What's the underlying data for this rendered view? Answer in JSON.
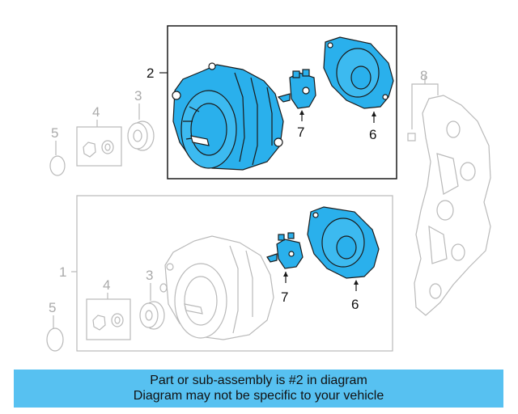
{
  "callouts": {
    "c1": "1",
    "c2": "2",
    "c3a": "3",
    "c3b": "3",
    "c4a": "4",
    "c4b": "4",
    "c5a": "5",
    "c5b": "5",
    "c6a": "6",
    "c6b": "6",
    "c7a": "7",
    "c7b": "7",
    "c8": "8"
  },
  "colors": {
    "highlight": "#2ab0ec",
    "outline_dark": "#1a1a1a",
    "outline_gray": "#b9b9b9",
    "banner": "#57c1f1"
  },
  "banner": {
    "line1": "Part or sub-assembly is #2 in diagram",
    "line2": "Diagram may not be specific to your vehicle"
  }
}
